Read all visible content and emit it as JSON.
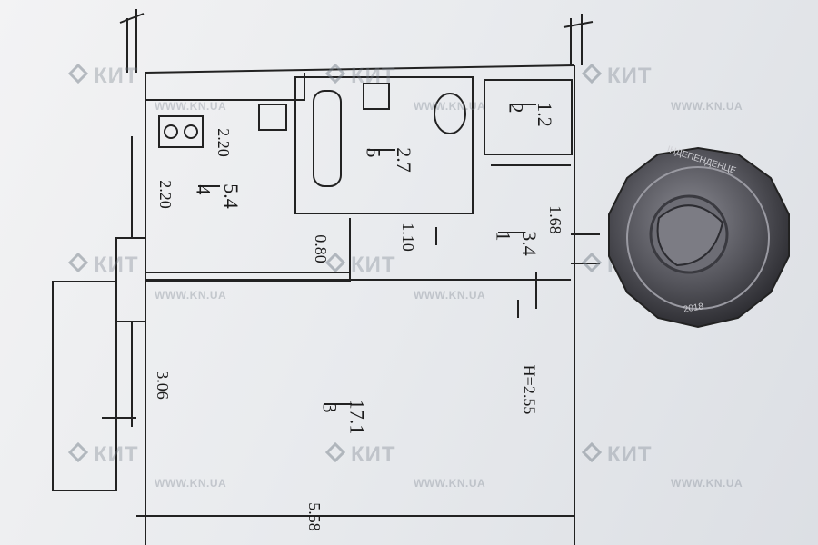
{
  "plan": {
    "rooms": [
      {
        "id": "4",
        "number": "4",
        "area": "5.4"
      },
      {
        "id": "5",
        "number": "5",
        "area": "2.7"
      },
      {
        "id": "2",
        "number": "2",
        "area": "1.2"
      },
      {
        "id": "1",
        "number": "1",
        "area": "3.4"
      },
      {
        "id": "3",
        "number": "3",
        "area": "17.1"
      }
    ],
    "dimensions": [
      "2.20",
      "2.20",
      "0.80",
      "1.10",
      "1.68",
      "3.06",
      "5.58"
    ],
    "height_label": "H=2.55"
  },
  "watermark": {
    "logo": "КИТ",
    "url": "WWW.KN.UA",
    "color": "#7a8590"
  },
  "coin": {
    "inscription": "ІНДЕПЕНДЕНЦЕ",
    "year": "2018",
    "color": "#4a4a50"
  }
}
